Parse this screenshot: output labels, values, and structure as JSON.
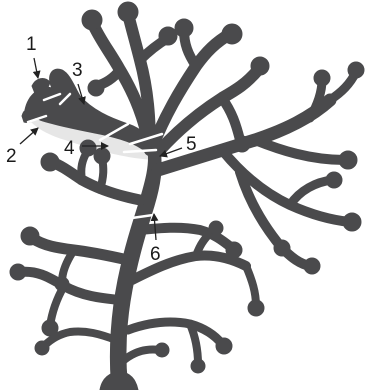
{
  "figure": {
    "background_color": "#ffffff",
    "thallus_color": "#4a4a4c",
    "highlight_color": "#e6e6e6",
    "line_color": "#ffffff",
    "leader_color": "#222222"
  },
  "labels": [
    {
      "id": "1",
      "text": "1"
    },
    {
      "id": "2",
      "text": "2"
    },
    {
      "id": "3",
      "text": "3"
    },
    {
      "id": "4",
      "text": "4"
    },
    {
      "id": "5",
      "text": "5"
    },
    {
      "id": "6",
      "text": "6"
    }
  ]
}
